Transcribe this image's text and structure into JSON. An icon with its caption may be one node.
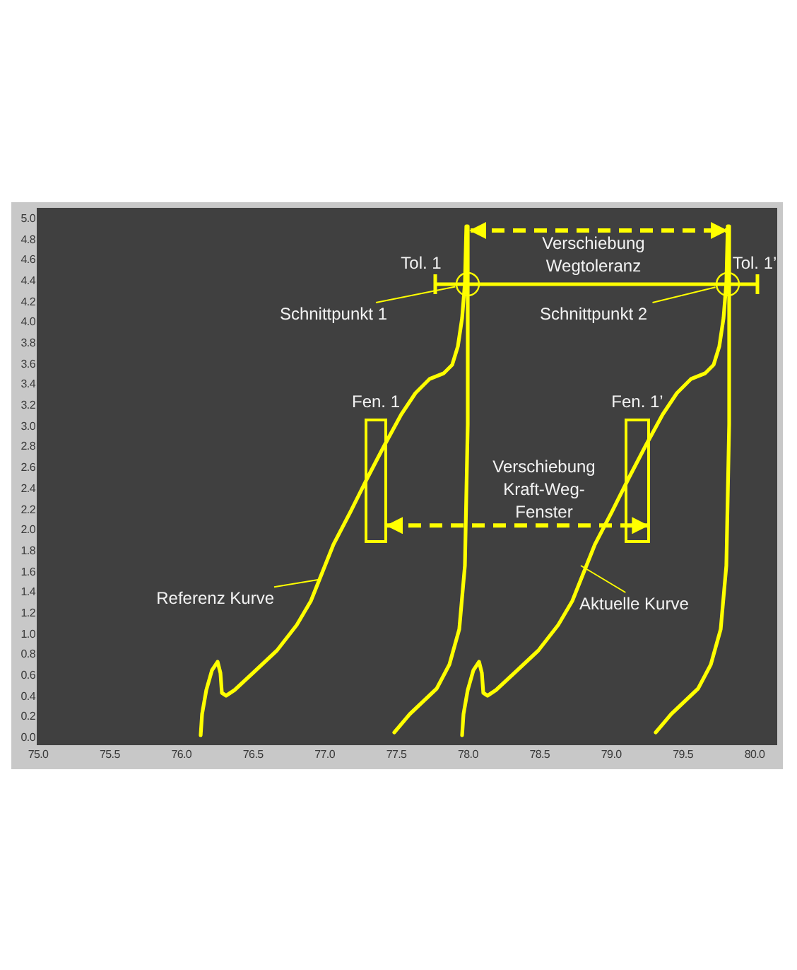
{
  "diagram": {
    "nodes": [
      {
        "text": [
          "Schnittpunkt 1"
        ]
      },
      {
        "text": [],
        "shape": "circle"
      },
      {
        "text": [],
        "shape": "circle"
      },
      {
        "text": [
          "Schnittpunkt 2"
        ]
      },
      {
        "text": [
          "Fen. 1"
        ]
      },
      {
        "text": [
          "Fen. 1’"
        ]
      },
      {
        "text": [
          "Referenz Kurve"
        ]
      },
      {
        "text": [
          "Aktuelle Kurve"
        ]
      }
    ],
    "edges": [
      {
        "from": 0,
        "to": 1,
        "arrow": "none"
      },
      {
        "from": 3,
        "to": 2,
        "arrow": "none"
      },
      {
        "from": 4,
        "to": 5,
        "arrow": "both",
        "style": "dashed",
        "label": "Verschiebung Kraft-Weg-Fenster"
      },
      {
        "from": 6,
        "to": null,
        "arrow": "none"
      },
      {
        "from": 7,
        "to": null,
        "arrow": "none"
      }
    ],
    "labels": [
      "Tol. 1",
      "Verschiebung Wegtoleranz",
      "Tol. 1’",
      "5.0",
      "4.8",
      "4.6",
      "4.4",
      "4.2",
      "4.0",
      "3.8",
      "3.6",
      "3.4",
      "3.2",
      "3.0",
      "2.8",
      "2.6",
      "2.4",
      "2.2",
      "2.0",
      "1.8",
      "1.6",
      "1.4",
      "1.2",
      "1.0",
      "0.8",
      "0.6",
      "0.4",
      "0.2",
      "0.0",
      "75.0",
      "75.5",
      "76.0",
      "76.5",
      "77.0",
      "77.5",
      "78.0",
      "78.5",
      "79.0",
      "79.5",
      "80.0"
    ]
  }
}
